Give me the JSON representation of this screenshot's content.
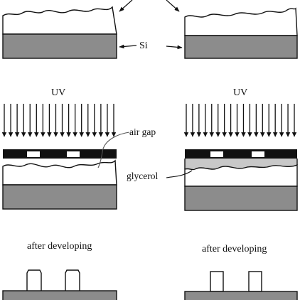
{
  "labels": {
    "si": "Si",
    "uv_left": "UV",
    "uv_right": "UV",
    "air_gap": "air gap",
    "glycerol": "glycerol",
    "after_left": "after developing",
    "after_right": "after developing"
  },
  "colors": {
    "substrate": "#8c8c8c",
    "glycerol": "#c8c8c8",
    "mask": "#111111",
    "line": "#111111"
  }
}
